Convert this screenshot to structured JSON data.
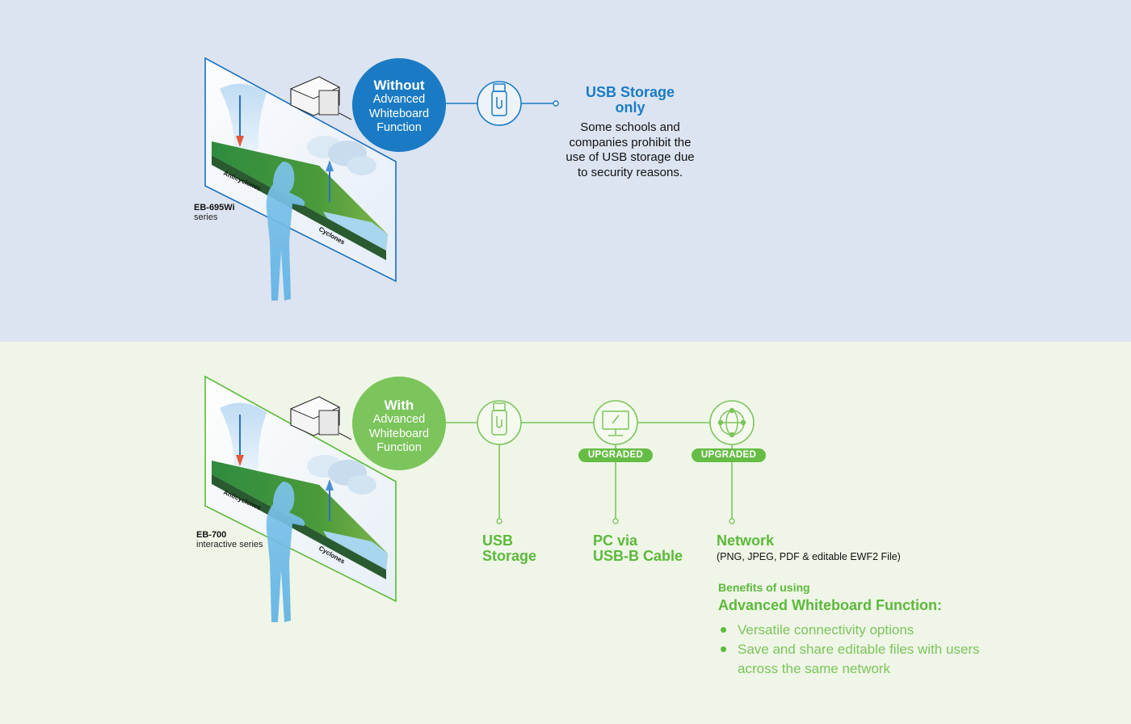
{
  "without_section": {
    "model": "EB-695Wi",
    "model_sub": "series",
    "circle_bold": "Without",
    "circle_line1": "Advanced",
    "circle_line2": "Whiteboard",
    "circle_line3": "Function",
    "usb_title_1": "USB Storage",
    "usb_title_2": "only",
    "usb_desc": [
      "Some schools and",
      "companies prohibit the",
      "use of USB storage due",
      "to security reasons."
    ],
    "accent_color": "#1a7bc4"
  },
  "with_section": {
    "model": "EB-700",
    "model_sub": "interactive series",
    "circle_bold": "With",
    "circle_line1": "Advanced",
    "circle_line2": "Whiteboard",
    "circle_line3": "Function",
    "options": [
      {
        "line1": "USB",
        "line2": "Storage",
        "icon": "usb-stick-icon"
      },
      {
        "line1": "PC via",
        "line2": "USB-B Cable",
        "icon": "monitor-icon",
        "badge": "UPGRADED"
      },
      {
        "line1": "Network",
        "sub": "(PNG, JPEG, PDF & editable EWF2 File)",
        "icon": "globe-network-icon",
        "badge": "UPGRADED"
      }
    ],
    "benefits_sub": "Benefits of using",
    "benefits_title": "Advanced Whiteboard Function:",
    "benefits": [
      "Versatile connectivity options",
      "Save and share editable files with users",
      "across the same network"
    ],
    "accent_color": "#5cb93b"
  },
  "illustration_labels": {
    "left_label": "Anticyclones",
    "right_label": "Cyclones"
  }
}
